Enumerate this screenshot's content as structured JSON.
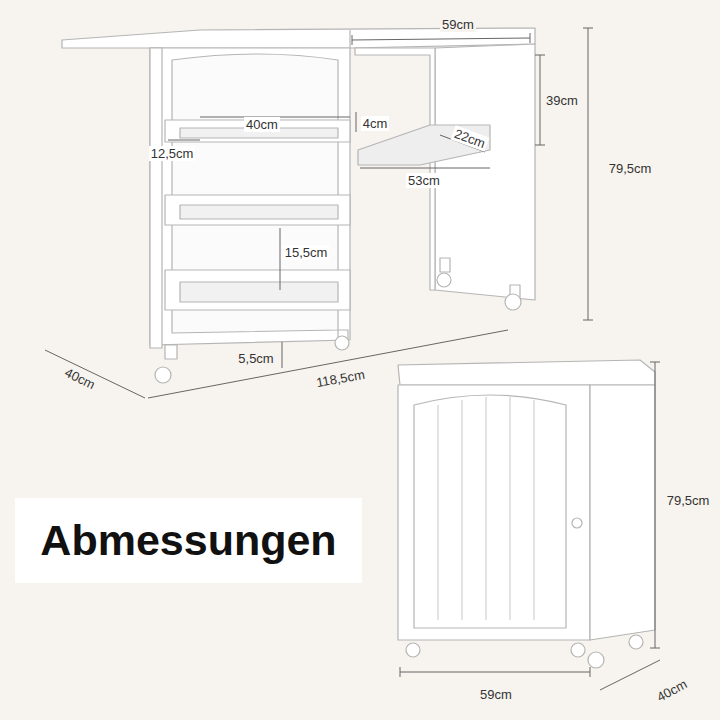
{
  "diagram": {
    "title": "Abmessungen",
    "labels": [
      "59cm",
      "39cm",
      "79,5cm",
      "40cm",
      "4cm",
      "12,5cm",
      "22cm",
      "53cm",
      "15,5cm",
      "5,5cm",
      "40cm",
      "118,5cm",
      "79,5cm",
      "59cm",
      "40cm"
    ]
  }
}
